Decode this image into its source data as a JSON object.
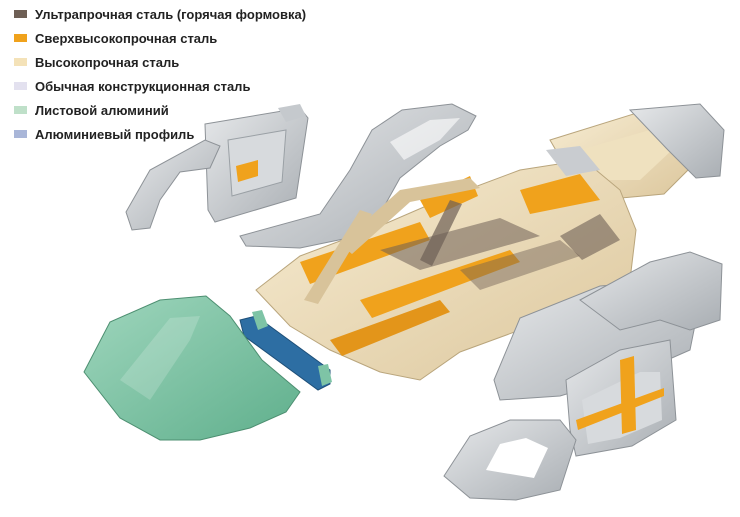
{
  "legend": {
    "items": [
      {
        "label": "Ультрапрочная сталь (горячая формовка)",
        "color": "#6e5f55"
      },
      {
        "label": "Сверхвысокопрочная сталь",
        "color": "#f0a21c"
      },
      {
        "label": "Высокопрочная сталь",
        "color": "#f4e2b8"
      },
      {
        "label": "Обычная конструкционная сталь",
        "color": "#e3e1ef"
      },
      {
        "label": "Листовой алюминий",
        "color": "#bfe0c9"
      },
      {
        "label": "Алюминиевый профиль",
        "color": "#a9b6d8"
      }
    ]
  },
  "colors": {
    "steel_gray": "#c9ccd0",
    "steel_dark": "#9ea3a8",
    "hood_green": "#7ec4a6",
    "body_cream": "#eedfbd",
    "body_orange": "#f0a21c",
    "profile_blue": "#2d6ea3"
  }
}
